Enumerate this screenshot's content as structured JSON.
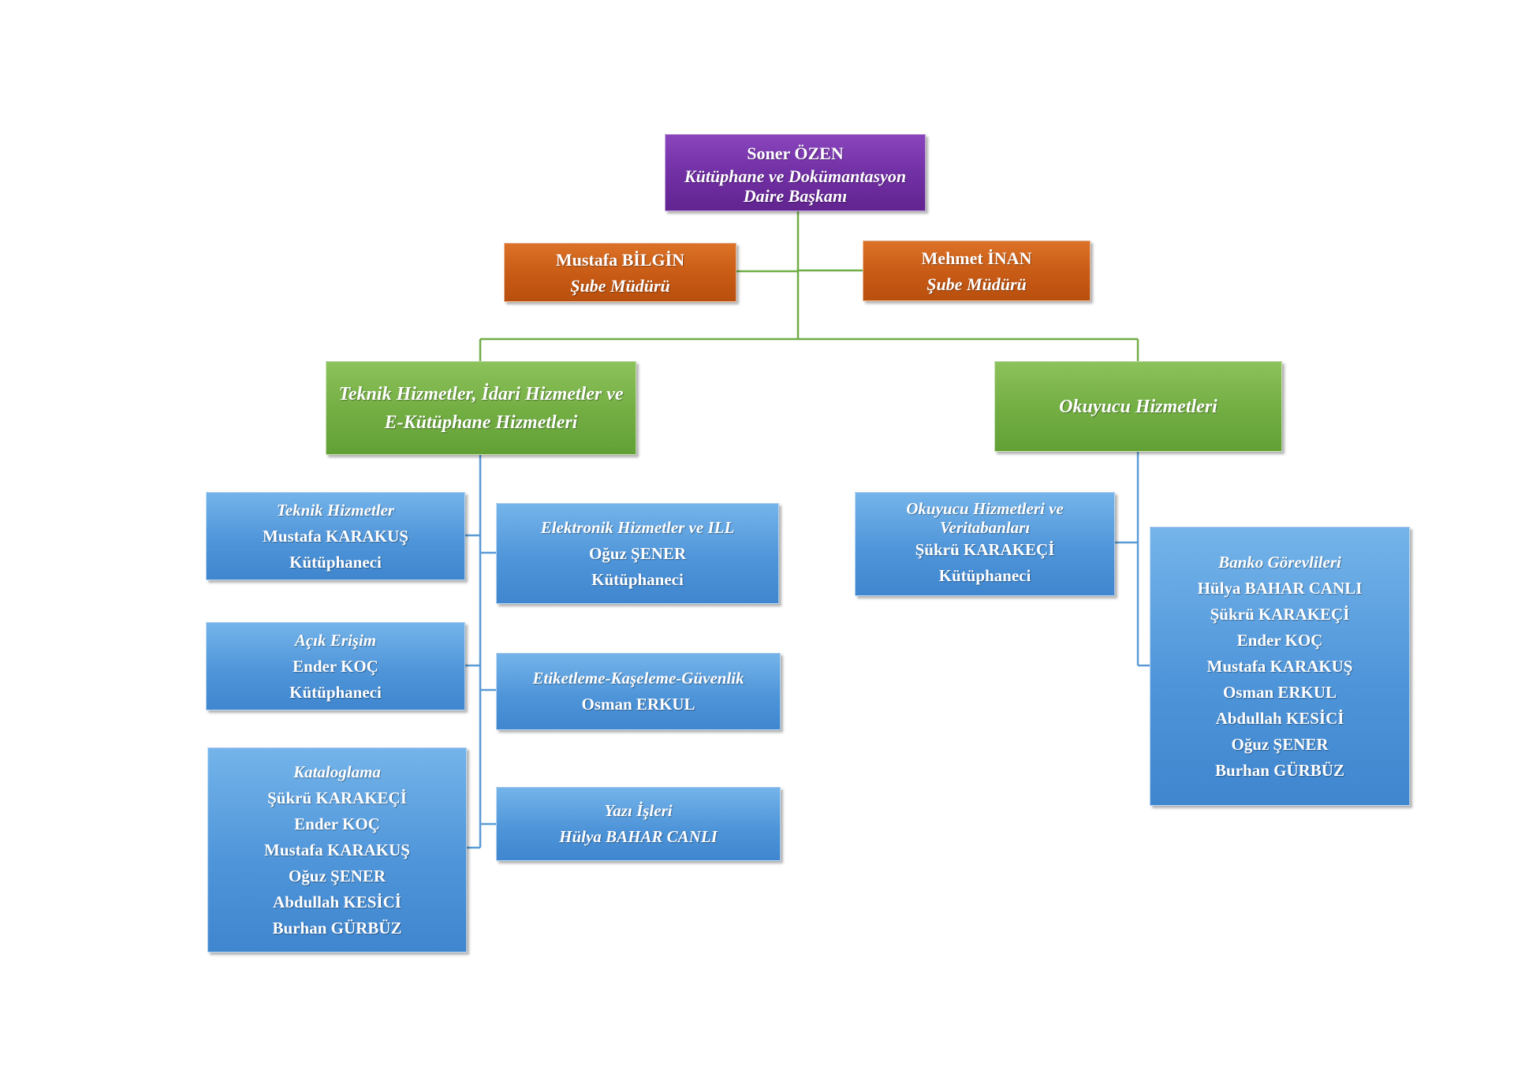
{
  "colors": {
    "director": "#7230a5",
    "deputy": "#c95c16",
    "department": "#74af44",
    "unit": "#4f95d9",
    "connector_green": "#70ad47",
    "connector_blue": "#5b9bd5"
  },
  "director": {
    "name": "Soner ÖZEN",
    "title_line1": "Kütüphane ve Dokümantasyon",
    "title_line2": "Daire Başkanı"
  },
  "deputies": [
    {
      "name": "Mustafa BİLGİN",
      "title": "Şube Müdürü"
    },
    {
      "name": "Mehmet İNAN",
      "title": "Şube Müdürü"
    }
  ],
  "departments": {
    "technical": {
      "line1": "Teknik Hizmetler, İdari Hizmetler ve",
      "line2": "E-Kütüphane Hizmetleri"
    },
    "reader": {
      "line1": "Okuyucu Hizmetleri"
    }
  },
  "units": {
    "teknik": {
      "title": "Teknik Hizmetler",
      "members": [
        "Mustafa KARAKUŞ",
        "Kütüphaneci"
      ]
    },
    "acik_erisim": {
      "title": "Açık Erişim",
      "members": [
        "Ender KOÇ",
        "Kütüphaneci"
      ]
    },
    "kataloglama": {
      "title": "Kataloglama",
      "members": [
        "Şükrü KARAKEÇİ",
        "Ender KOÇ",
        "Mustafa KARAKUŞ",
        "Oğuz ŞENER",
        "Abdullah KESİCİ",
        "Burhan GÜRBÜZ"
      ]
    },
    "elektronik": {
      "title": "Elektronik Hizmetler ve ILL",
      "members": [
        "Oğuz ŞENER",
        "Kütüphaneci"
      ]
    },
    "etiketleme": {
      "title": "Etiketleme-Kaşeleme-Güvenlik",
      "members": [
        "Osman ERKUL"
      ]
    },
    "yazi": {
      "title": "Yazı İşleri",
      "members": [
        "Hülya BAHAR CANLI"
      ]
    },
    "okuyucu": {
      "title_line1": "Okuyucu Hizmetleri ve",
      "title_line2": "Veritabanları",
      "members": [
        "Şükrü KARAKEÇİ",
        "Kütüphaneci"
      ]
    },
    "banko": {
      "title": "Banko Görevlileri",
      "members": [
        "Hülya BAHAR CANLI",
        "Şükrü KARAKEÇİ",
        "Ender KOÇ",
        "Mustafa KARAKUŞ",
        "Osman ERKUL",
        "Abdullah KESİCİ",
        "Oğuz ŞENER",
        "Burhan GÜRBÜZ"
      ]
    }
  }
}
